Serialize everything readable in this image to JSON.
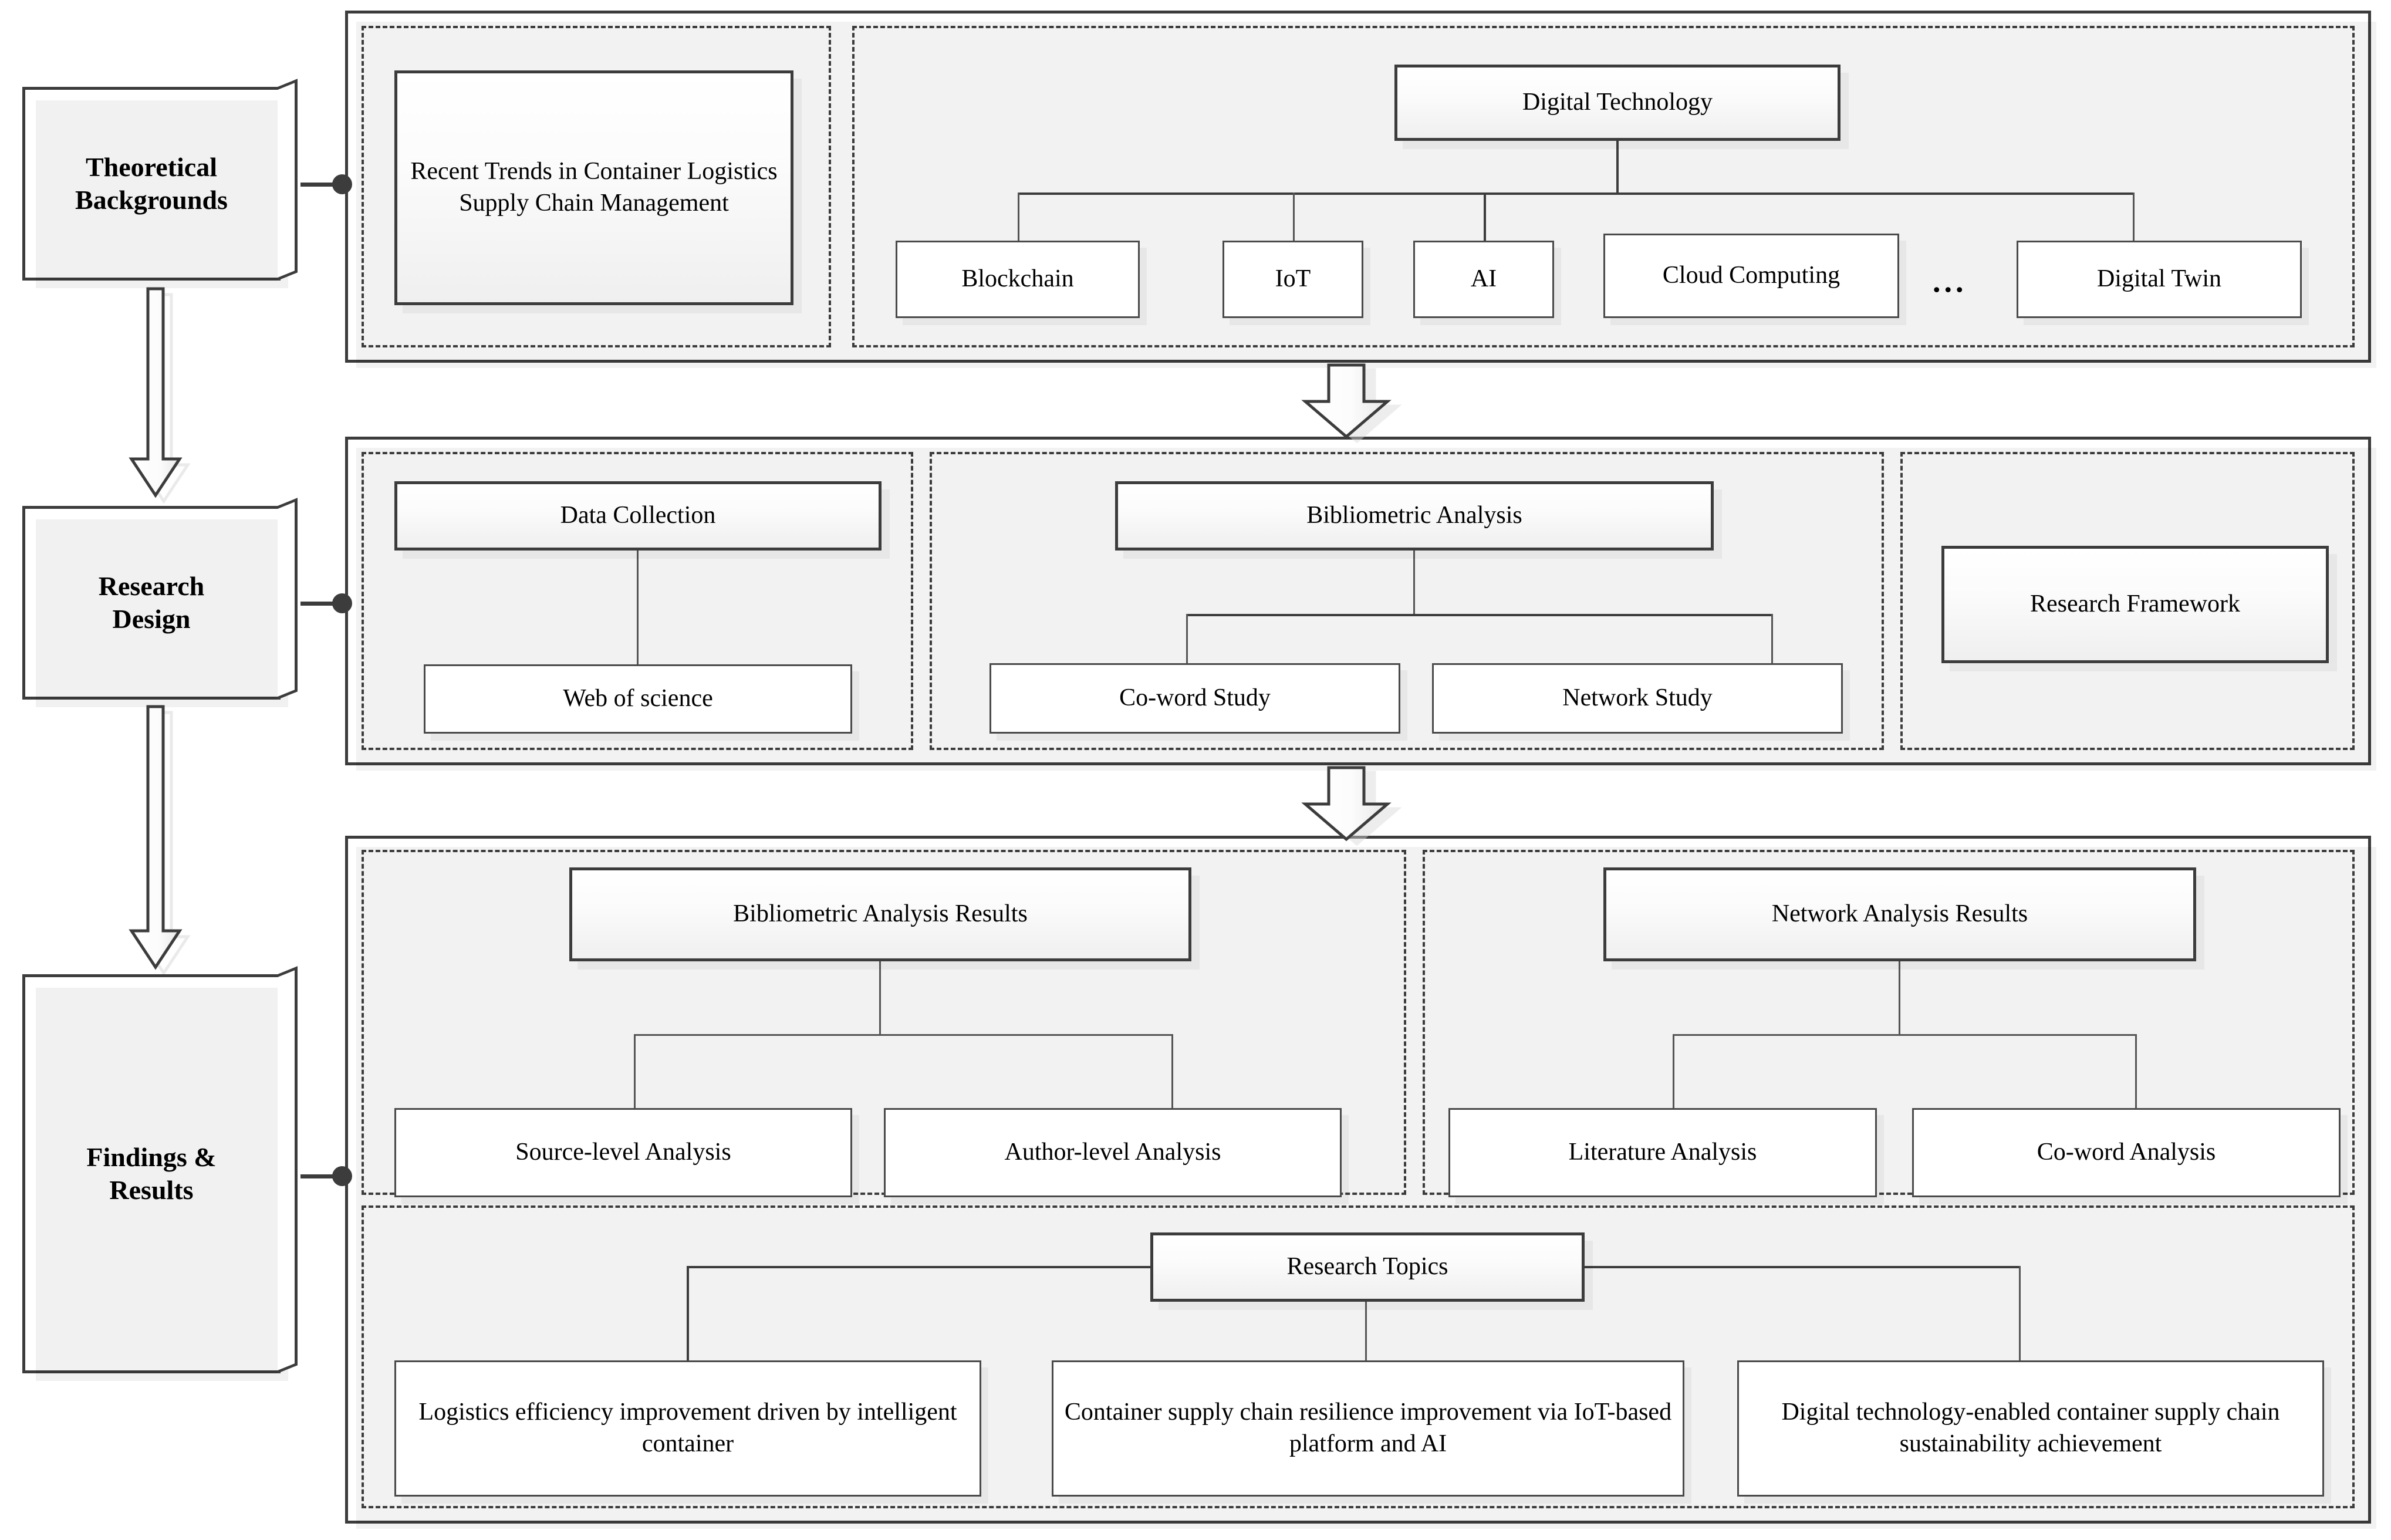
{
  "stages": [
    {
      "id": "theoretical-backgrounds",
      "label": "Theoretical\nBackgrounds"
    },
    {
      "id": "research-design",
      "label": "Research\nDesign"
    },
    {
      "id": "findings-results",
      "label": "Findings &\nResults"
    }
  ],
  "row1": {
    "left_panel": {
      "node": "Recent Trends in Container Logistics Supply Chain Management"
    },
    "right_panel": {
      "root": "Digital Technology",
      "children": [
        "Blockchain",
        "IoT",
        "AI",
        "Cloud Computing",
        "Digital Twin"
      ],
      "ellipsis": "..."
    }
  },
  "row2": {
    "left_panel": {
      "root": "Data Collection",
      "children": [
        "Web of science"
      ]
    },
    "middle_panel": {
      "root": "Bibliometric Analysis",
      "children": [
        "Co-word Study",
        "Network Study"
      ]
    },
    "right_panel": {
      "node": "Research Framework"
    }
  },
  "row3": {
    "left_panel": {
      "root": "Bibliometric Analysis Results",
      "children": [
        "Source-level Analysis",
        "Author-level Analysis"
      ]
    },
    "right_panel": {
      "root": "Network Analysis Results",
      "children": [
        "Literature Analysis",
        "Co-word Analysis"
      ]
    },
    "bottom_panel": {
      "root": "Research Topics",
      "children": [
        "Logistics efficiency improvement driven by intelligent container",
        "Container supply chain resilience improvement via IoT-based platform and AI",
        "Digital technology-enabled container supply chain sustainability achievement"
      ]
    }
  },
  "colors": {
    "border": "#3c3c3c",
    "leaf_border": "#4a4a4a",
    "text": "#000000",
    "background": "#ffffff"
  },
  "icons": {
    "down_arrow": "down-block-arrow",
    "connector_dot": "connector-dot"
  }
}
